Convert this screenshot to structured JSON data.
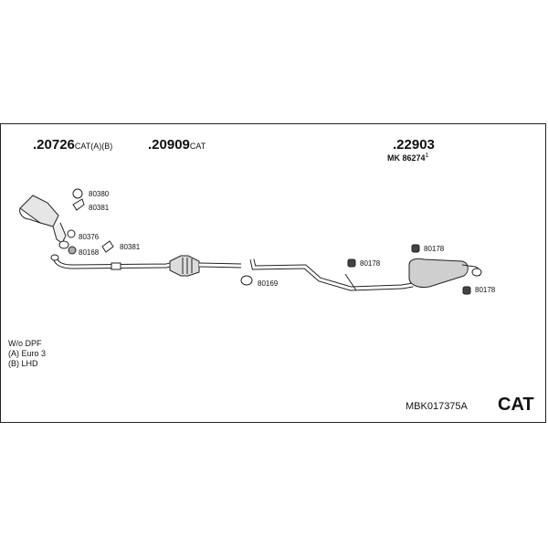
{
  "parts": {
    "p1": {
      "number": ".20726",
      "suffix": "CAT(A)(B)"
    },
    "p2": {
      "number": ".20909",
      "suffix": "CAT"
    },
    "p3": {
      "number": ".22903",
      "sub": "MK  86274",
      "sub_mark": "1"
    }
  },
  "callouts": {
    "c80380": "80380",
    "c80381a": "80381",
    "c80376": "80376",
    "c80168": "80168",
    "c80381b": "80381",
    "c80169": "80169",
    "c80178a": "80178",
    "c80178b": "80178",
    "c80178c": "80178"
  },
  "notes": [
    "W/o DPF",
    "(A) Euro 3",
    "(B) LHD"
  ],
  "footer": {
    "code": "MBK017375A",
    "badge": "CAT"
  },
  "colors": {
    "line": "#222222",
    "fill": "#ffffff",
    "shade": "#9a9a9a"
  }
}
